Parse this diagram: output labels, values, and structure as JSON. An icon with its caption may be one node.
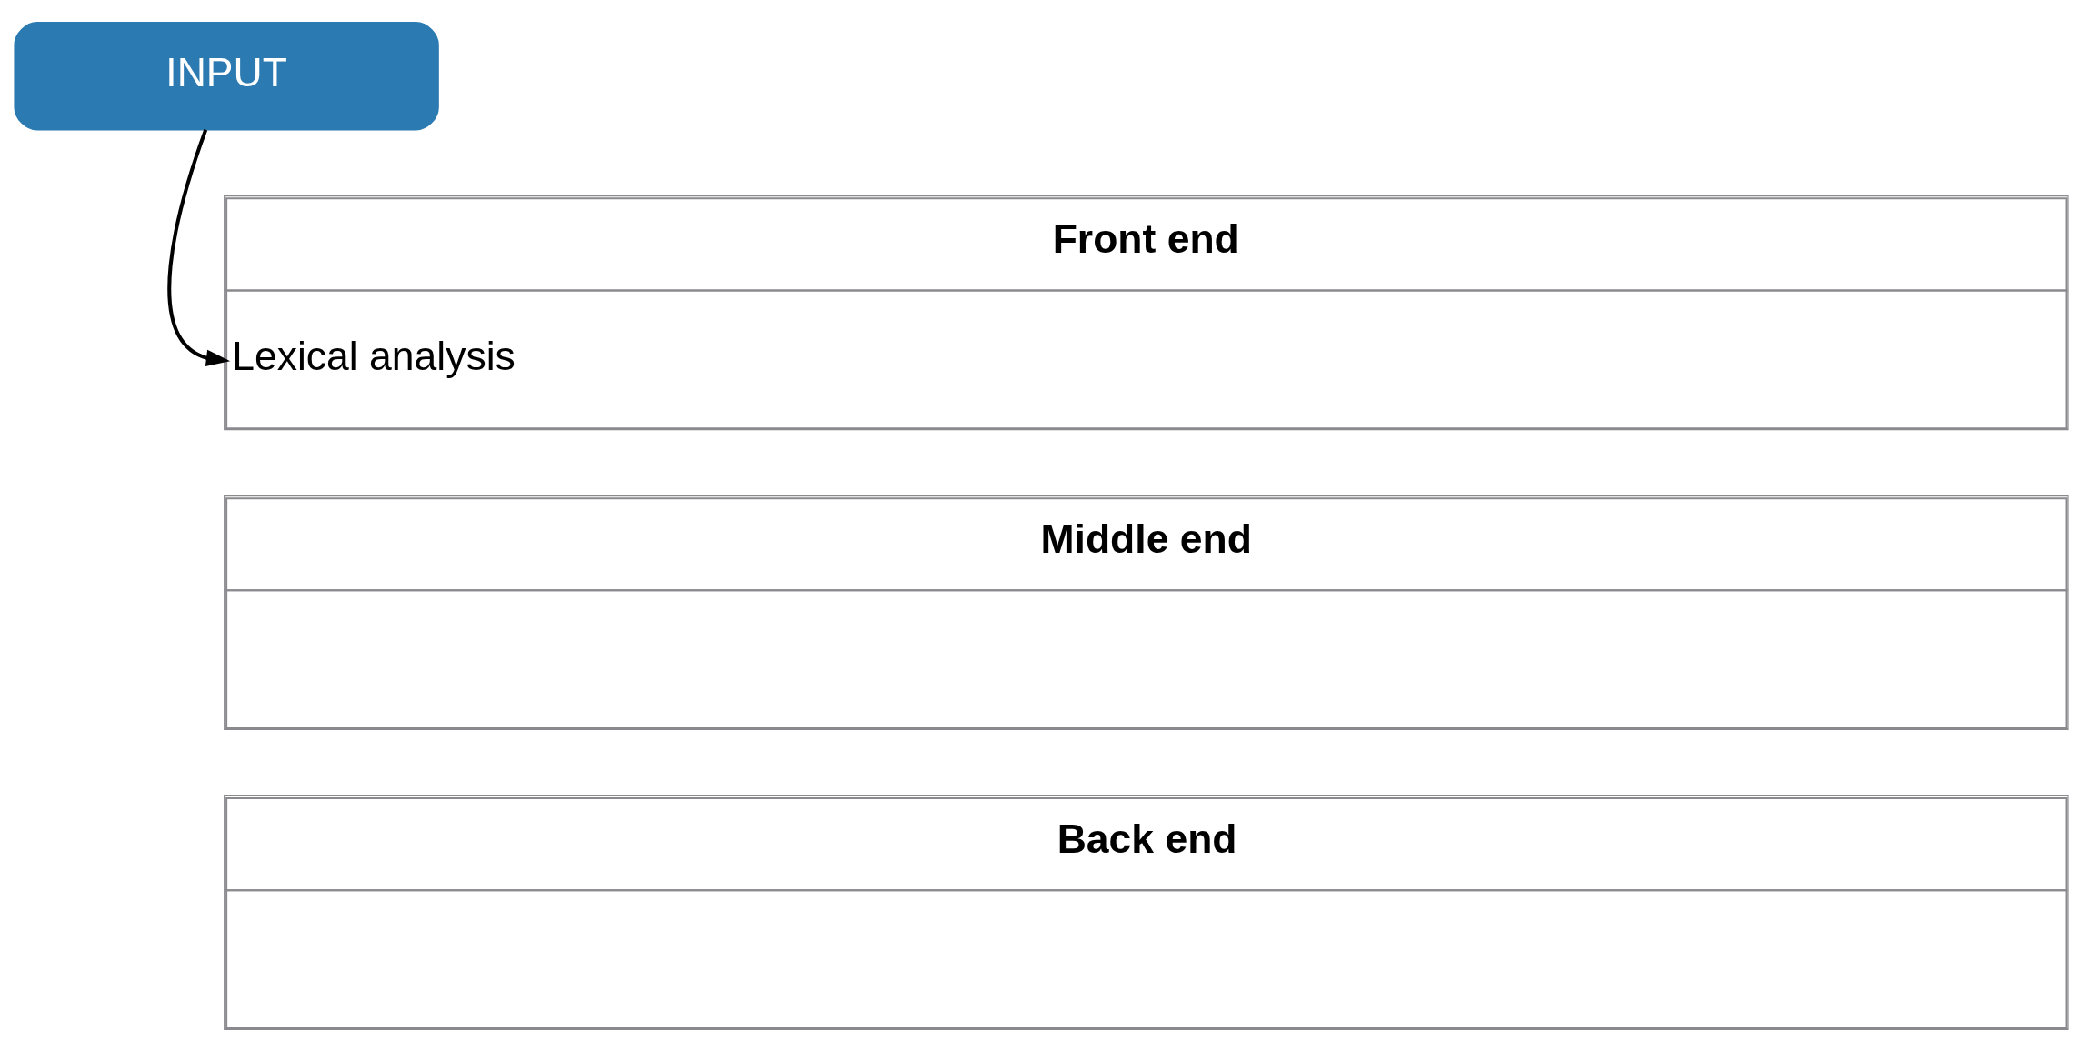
{
  "diagram": {
    "nodes": [
      {
        "text": [
          "INPUT"
        ]
      },
      {
        "text": [
          "Front end",
          "Lexical analysis"
        ]
      },
      {
        "text": [
          "Middle end"
        ]
      },
      {
        "text": [
          "Back end"
        ]
      }
    ],
    "edges": [
      {
        "from": 0,
        "to": 1,
        "arrow": "to"
      }
    ]
  }
}
